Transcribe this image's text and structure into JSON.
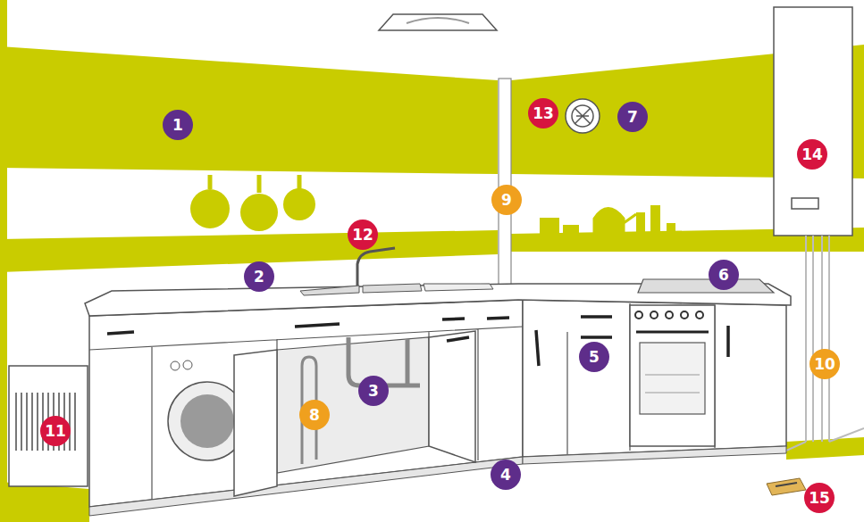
{
  "diagram": {
    "labels": [
      "1",
      "2",
      "3",
      "4",
      "5",
      "6",
      "7",
      "8",
      "9",
      "10",
      "11",
      "12",
      "13",
      "14",
      "15"
    ]
  }
}
